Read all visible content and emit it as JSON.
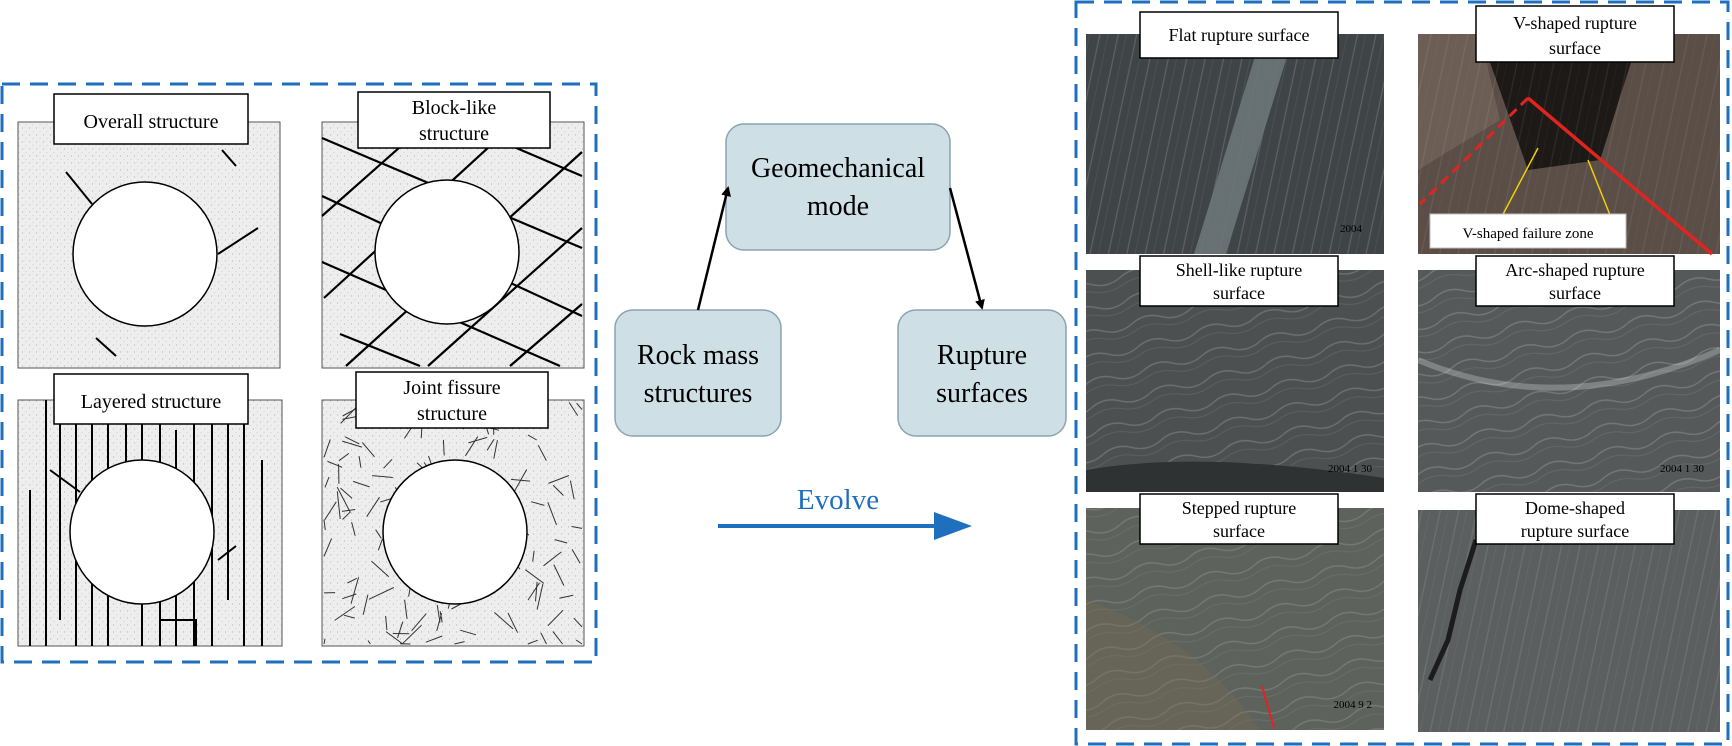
{
  "left_panel": {
    "structures": [
      {
        "lines": [
          "Overall structure"
        ]
      },
      {
        "lines": [
          "Block-like",
          "structure"
        ]
      },
      {
        "lines": [
          "Layered structure"
        ]
      },
      {
        "lines": [
          "Joint fissure",
          "structure"
        ]
      }
    ]
  },
  "center": {
    "nodes": {
      "geomechanical": [
        "Geomechanical",
        "mode"
      ],
      "rock_mass": [
        "Rock mass",
        "structures"
      ],
      "rupture": [
        "Rupture",
        "surfaces"
      ]
    },
    "evolve_label": "Evolve"
  },
  "right_panel": {
    "photos": [
      {
        "lines": [
          "Flat rupture surface"
        ],
        "stamp": "2004"
      },
      {
        "lines": [
          "V-shaped rupture",
          "surface"
        ],
        "annotation": "V-shaped failure zone"
      },
      {
        "lines": [
          "Shell-like rupture",
          "surface"
        ],
        "stamp": "2004  1 30"
      },
      {
        "lines": [
          "Arc-shaped rupture",
          "surface"
        ],
        "stamp": "2004  1 30"
      },
      {
        "lines": [
          "Stepped rupture",
          "surface"
        ],
        "stamp": "2004  9  2"
      },
      {
        "lines": [
          "Dome-shaped",
          "rupture surface"
        ]
      }
    ]
  },
  "colors": {
    "dashed_border": "#1f6fbf",
    "node_fill": "#cfdfe6",
    "node_stroke": "#8aa4b0",
    "arrow": "#000000",
    "evolve_arrow": "#1f6fbf",
    "stamp": "#e0241f",
    "v_line": "#e0241f",
    "annotation_arrow": "#f0d000"
  }
}
